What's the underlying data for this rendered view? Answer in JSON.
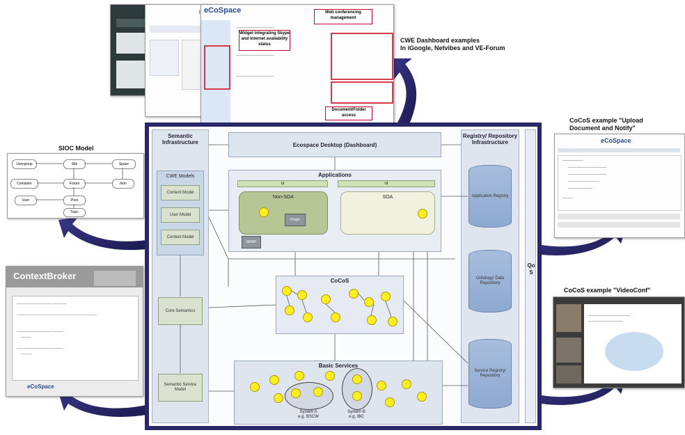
{
  "captions": {
    "cwe_dashboard": [
      "CWE Dashboard examples",
      "In iGoogle, Netvibes and VE-Forum"
    ],
    "sioc_model": "SIOC Model",
    "cocos_upload": [
      "CoCoS example \"Upload",
      "Document and Notify\""
    ],
    "cocos_videoconf": "CoCoS example \"VideoConf\""
  },
  "thumbnails": {
    "dashboard": {
      "logo": "eCoSpace",
      "igoogle": "iGoogle",
      "callout_web": "Web conferencing management",
      "callout_widget": "Widget integrating Skype and Internet availability status",
      "callout_doc": "Document/Folder access"
    },
    "sioc_nodes": [
      "Usergroup",
      "Site",
      "Space",
      "Container",
      "Forum",
      "Item",
      "Post",
      "User",
      "Topic"
    ],
    "contextbroker": {
      "title": "ContextBroker",
      "logo": "eCoSpace"
    },
    "upload_logo": "eCoSpace"
  },
  "diagram": {
    "semantic_infra": "Semantic Infrastructure",
    "cwe_models": "CWE Models",
    "content_model": "Content Model",
    "user_model": "User Model",
    "context_model": "Context Model",
    "core_semantics": "Core Semantics",
    "semantic_service_model": "Semantic Service Model",
    "ecospace_desktop": "Ecospace Desktop (Dashboard)",
    "applications": "Applications",
    "ui_left": "UI",
    "ui_right": "UI",
    "non_soa": "Non-SOA",
    "soa": "SOA",
    "plugin": "Plugin",
    "wrapper": "WRAP",
    "cocos": "CoCoS",
    "basic_services": "Basic Services",
    "system_a": [
      "System A",
      "e.g. BSCW"
    ],
    "system_b": [
      "System B",
      "e.g. IBC"
    ],
    "registry_infra": "Registry/ Repository Infrastructure",
    "application_registry": "Application Registry",
    "ontology_repo": "Ontology/ Data Repository",
    "service_registry": "Service Registry/ Repository",
    "qos": "QoS"
  }
}
